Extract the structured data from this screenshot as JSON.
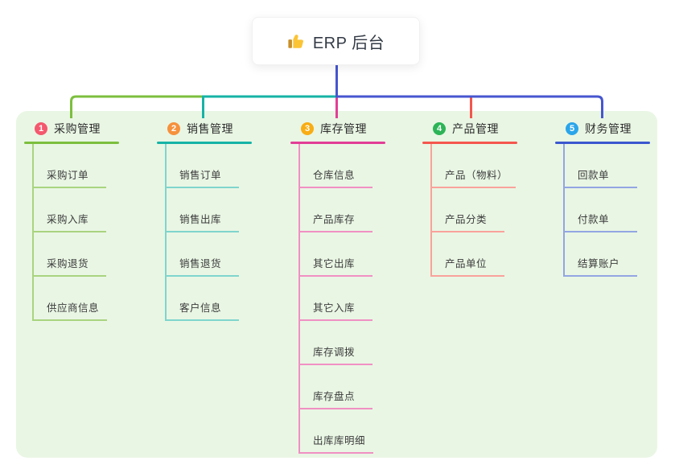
{
  "root": {
    "icon": "thumbs-up",
    "title": "ERP 后台"
  },
  "connector_color": "#4656cf",
  "panel_bg": "#e9f6e4",
  "branches": [
    {
      "index": "1",
      "title": "采购管理",
      "badge_color": "#f4586e",
      "line_color": "#7cbf3e",
      "child_line_color": "#a9d47f",
      "children": [
        "采购订单",
        "采购入库",
        "采购退货",
        "供应商信息"
      ]
    },
    {
      "index": "2",
      "title": "销售管理",
      "badge_color": "#f6913d",
      "line_color": "#16b3a6",
      "child_line_color": "#7fd5cd",
      "children": [
        "销售订单",
        "销售出库",
        "销售退货",
        "客户信息"
      ]
    },
    {
      "index": "3",
      "title": "库存管理",
      "badge_color": "#f8ad13",
      "line_color": "#e23e96",
      "child_line_color": "#f090c3",
      "children": [
        "仓库信息",
        "产品库存",
        "其它出库",
        "其它入库",
        "库存调拨",
        "库存盘点",
        "出库库明细"
      ]
    },
    {
      "index": "4",
      "title": "产品管理",
      "badge_color": "#2cb457",
      "line_color": "#f4564d",
      "child_line_color": "#f9a29b",
      "children": [
        "产品（物料）",
        "产品分类",
        "产品单位"
      ]
    },
    {
      "index": "5",
      "title": "财务管理",
      "badge_color": "#2ba5ea",
      "line_color": "#3b57cf",
      "child_line_color": "#93a5e2",
      "children": [
        "回款单",
        "付款单",
        "结算账户"
      ]
    }
  ]
}
